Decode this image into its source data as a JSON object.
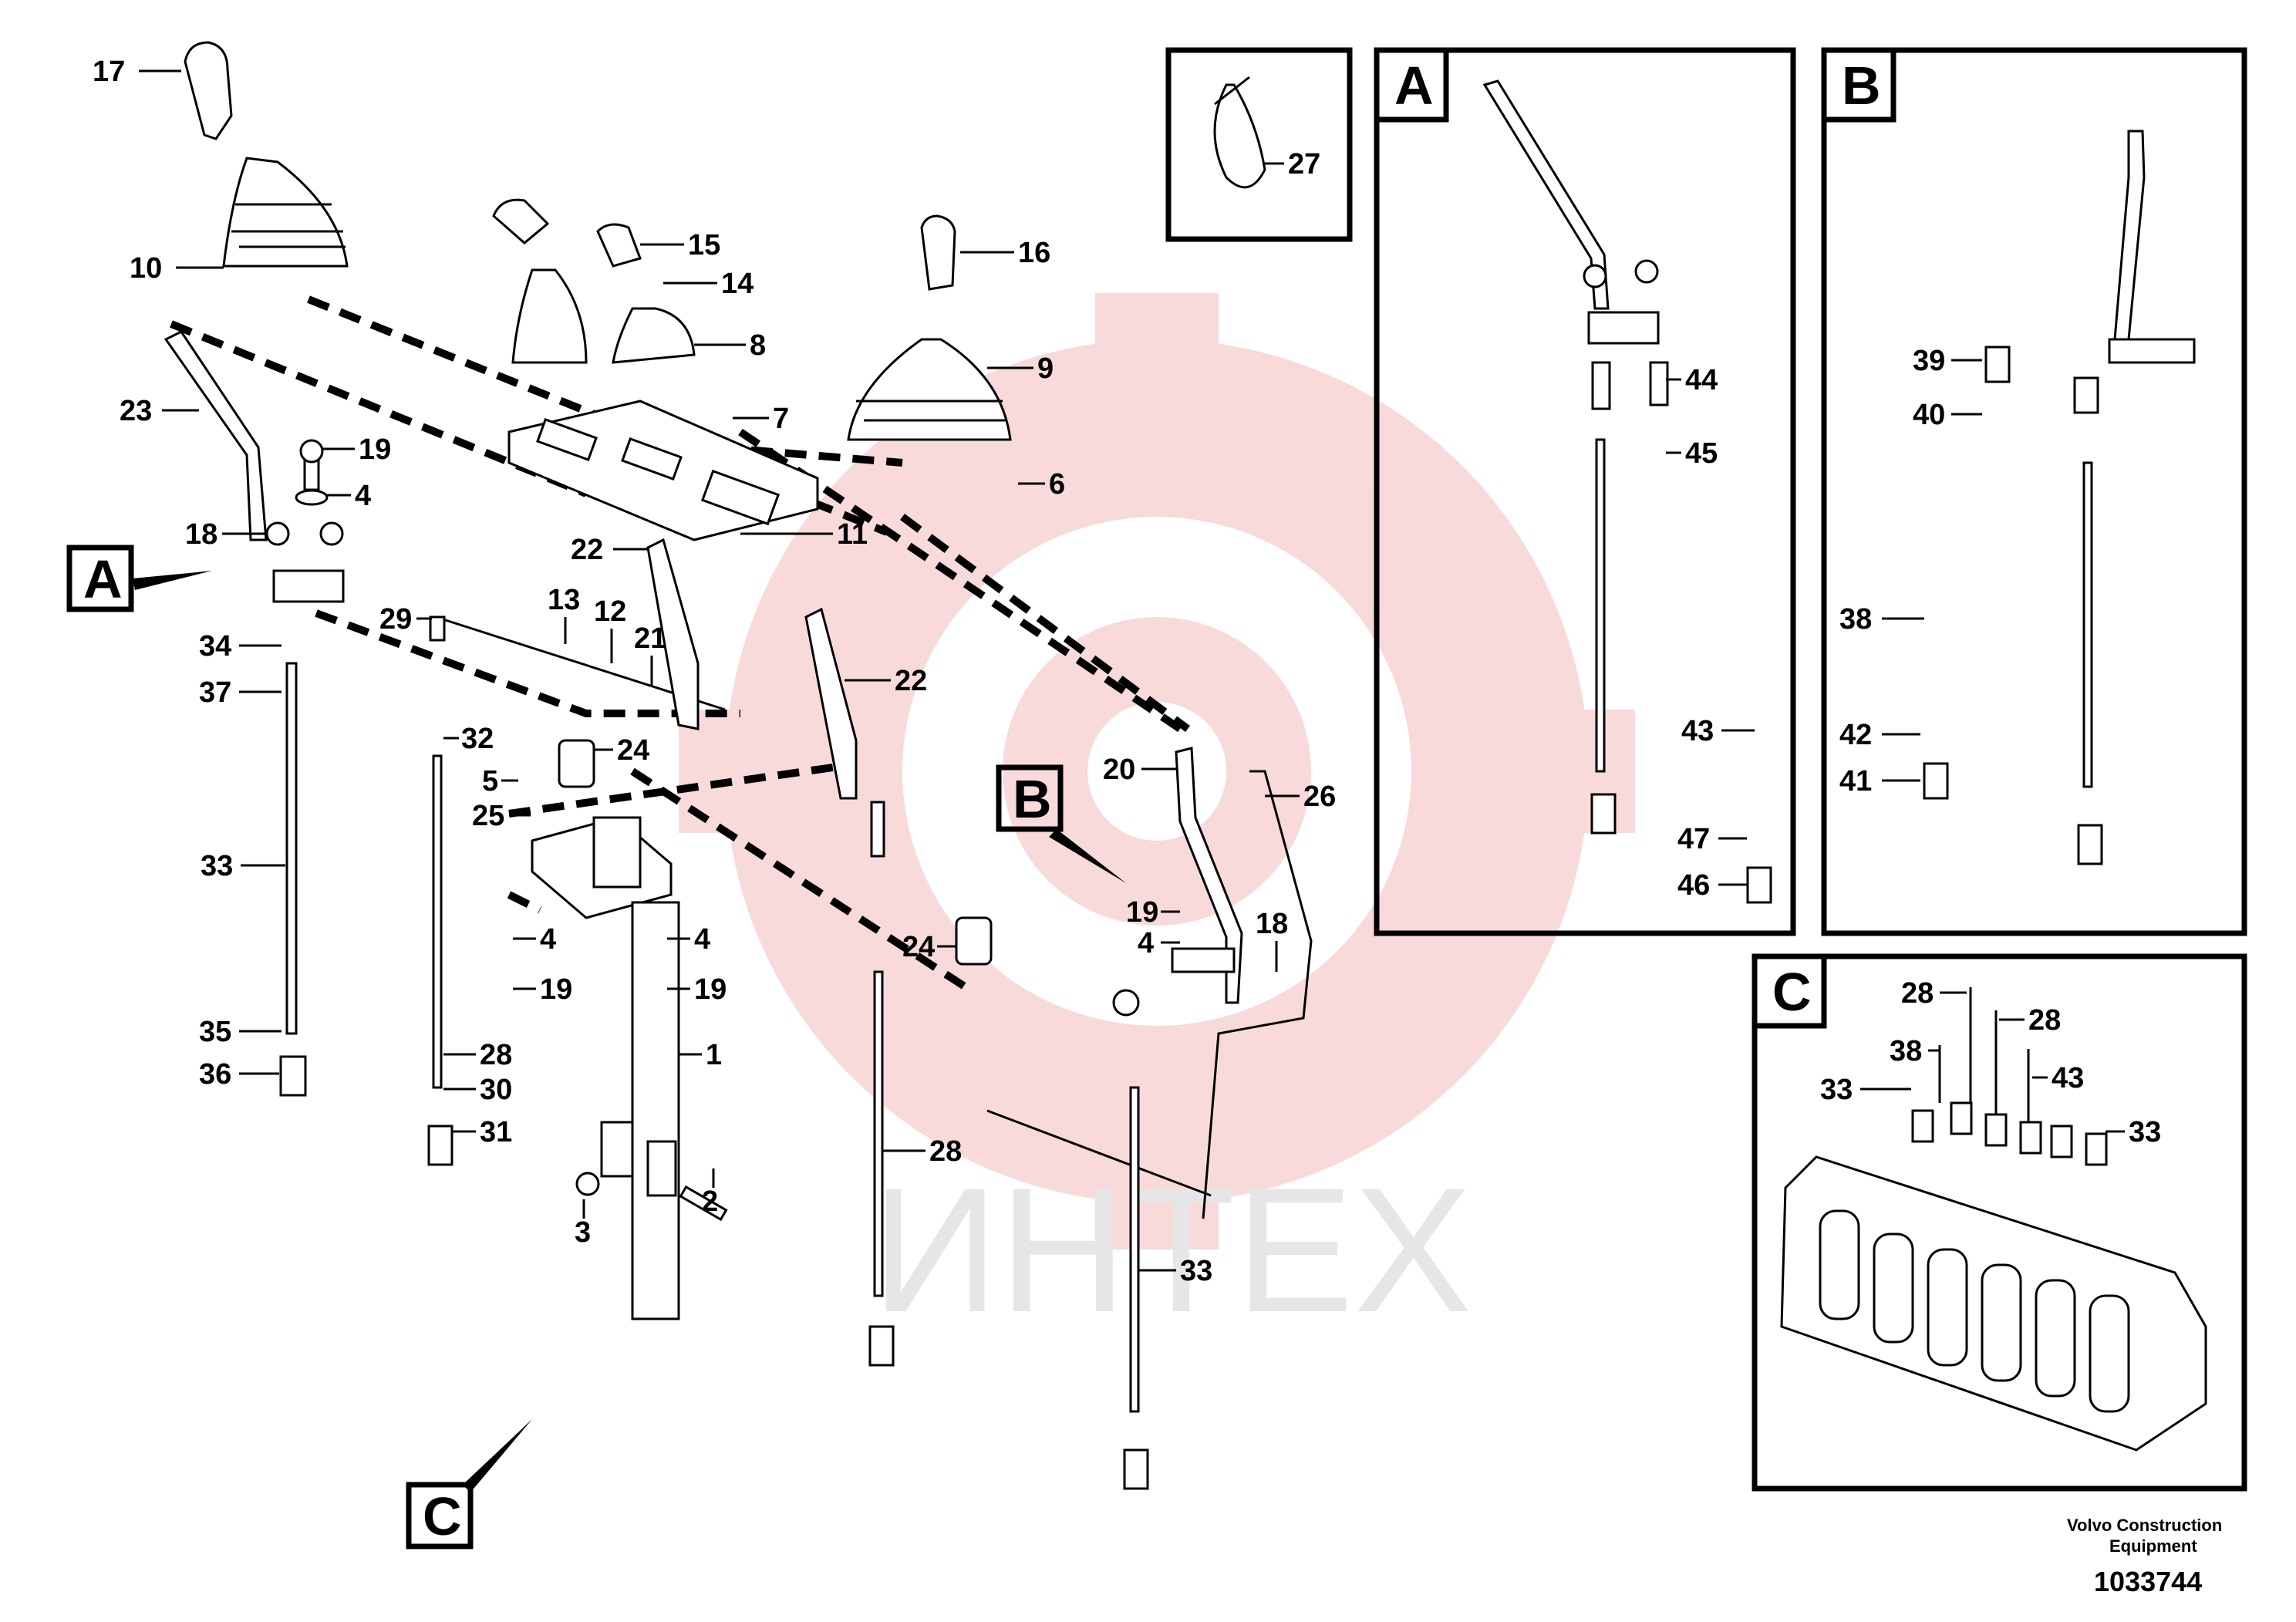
{
  "document": {
    "brand_line1": "Volvo Construction",
    "brand_line2": "Equipment",
    "doc_number": "1033744",
    "watermark": "ИНТЕХ"
  },
  "views": {
    "A": "A",
    "B": "B",
    "C": "C"
  },
  "callouts_main": [
    "17",
    "10",
    "23",
    "19",
    "4",
    "18",
    "34",
    "37",
    "33",
    "35",
    "36",
    "29",
    "32",
    "5",
    "25",
    "4",
    "19",
    "28",
    "30",
    "31",
    "13",
    "12",
    "21",
    "22",
    "24",
    "15",
    "14",
    "8",
    "7",
    "6",
    "16",
    "9",
    "11",
    "22",
    "1",
    "2",
    "3",
    "4",
    "19",
    "24",
    "20",
    "26",
    "19",
    "4",
    "18",
    "28",
    "33"
  ],
  "callouts_inset_A": [
    "44",
    "45",
    "43",
    "47",
    "46"
  ],
  "callouts_inset_B": [
    "39",
    "40",
    "38",
    "42",
    "41"
  ],
  "callouts_inset_C": [
    "28",
    "28",
    "38",
    "43",
    "33",
    "33"
  ],
  "callout_27": "27",
  "colors": {
    "ink": "#000000",
    "watermark_red": "#f6c9c9",
    "watermark_gray": "#e6e6e6"
  }
}
